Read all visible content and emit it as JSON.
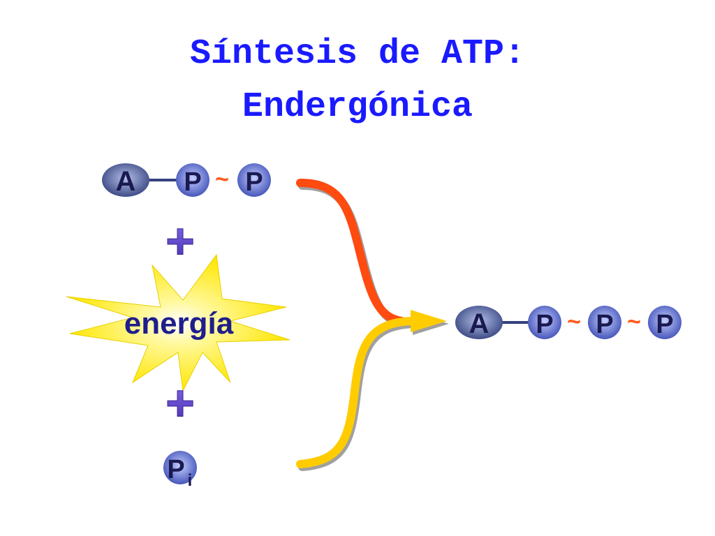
{
  "title": {
    "line1": "Síntesis de ATP:",
    "line2": "Endergónica"
  },
  "reactants": {
    "adp": {
      "adenosine": "A",
      "phosphate1": "P",
      "bond": "~",
      "phosphate2": "P"
    },
    "plus1": "+",
    "energy": "energía",
    "plus2": "+",
    "inorganic_phosphate": {
      "base": "P",
      "subscript": "i"
    }
  },
  "product": {
    "atp": {
      "adenosine": "A",
      "phosphate1": "P",
      "bond1": "~",
      "phosphate2": "P",
      "bond2": "~",
      "phosphate3": "P"
    }
  },
  "colors": {
    "title": "#1a1aff",
    "adenosine": "#4a5a9a",
    "phosphate": "#5a6cc8",
    "bond": "#ff5a1a",
    "plus": "#5c3fc4",
    "energy_text": "#1e1e8c",
    "burst": "#ffee00",
    "upper_arrow": "#ff4a10",
    "lower_arrow": "#ffcc00"
  }
}
